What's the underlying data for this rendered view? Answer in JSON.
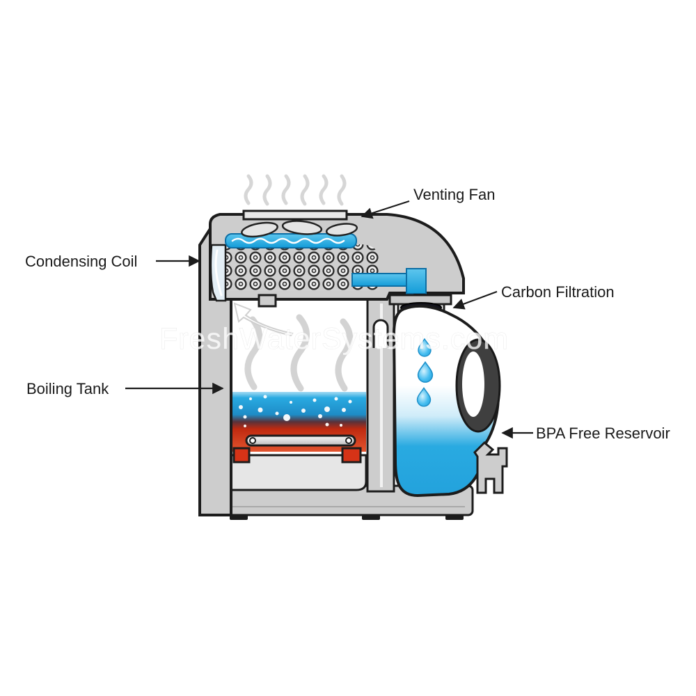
{
  "diagram": {
    "subject": "Water distiller cutaway diagram",
    "watermark": "FreshWaterSystems.com",
    "labels": [
      {
        "id": "venting-fan",
        "text": "Venting Fan"
      },
      {
        "id": "condensing-coil",
        "text": "Condensing Coil"
      },
      {
        "id": "carbon-filtration",
        "text": "Carbon Filtration"
      },
      {
        "id": "boiling-tank",
        "text": "Boiling Tank"
      },
      {
        "id": "bpa-free-reservoir",
        "text": "BPA Free Reservoir"
      }
    ],
    "colors": {
      "outline": "#1c1c1c",
      "casing_gray": "#cdcdcd",
      "casing_light": "#e6e6e6",
      "water_blue": "#29aae1",
      "water_blue_deep": "#1287c3",
      "drop_blue": "#45bdf0",
      "heater_red": "#d63317",
      "steam_gray": "#cfcfcf",
      "carbon_dark": "#14141d",
      "label_text": "#1a1a1a",
      "watermark_white": "#ffffff"
    }
  }
}
